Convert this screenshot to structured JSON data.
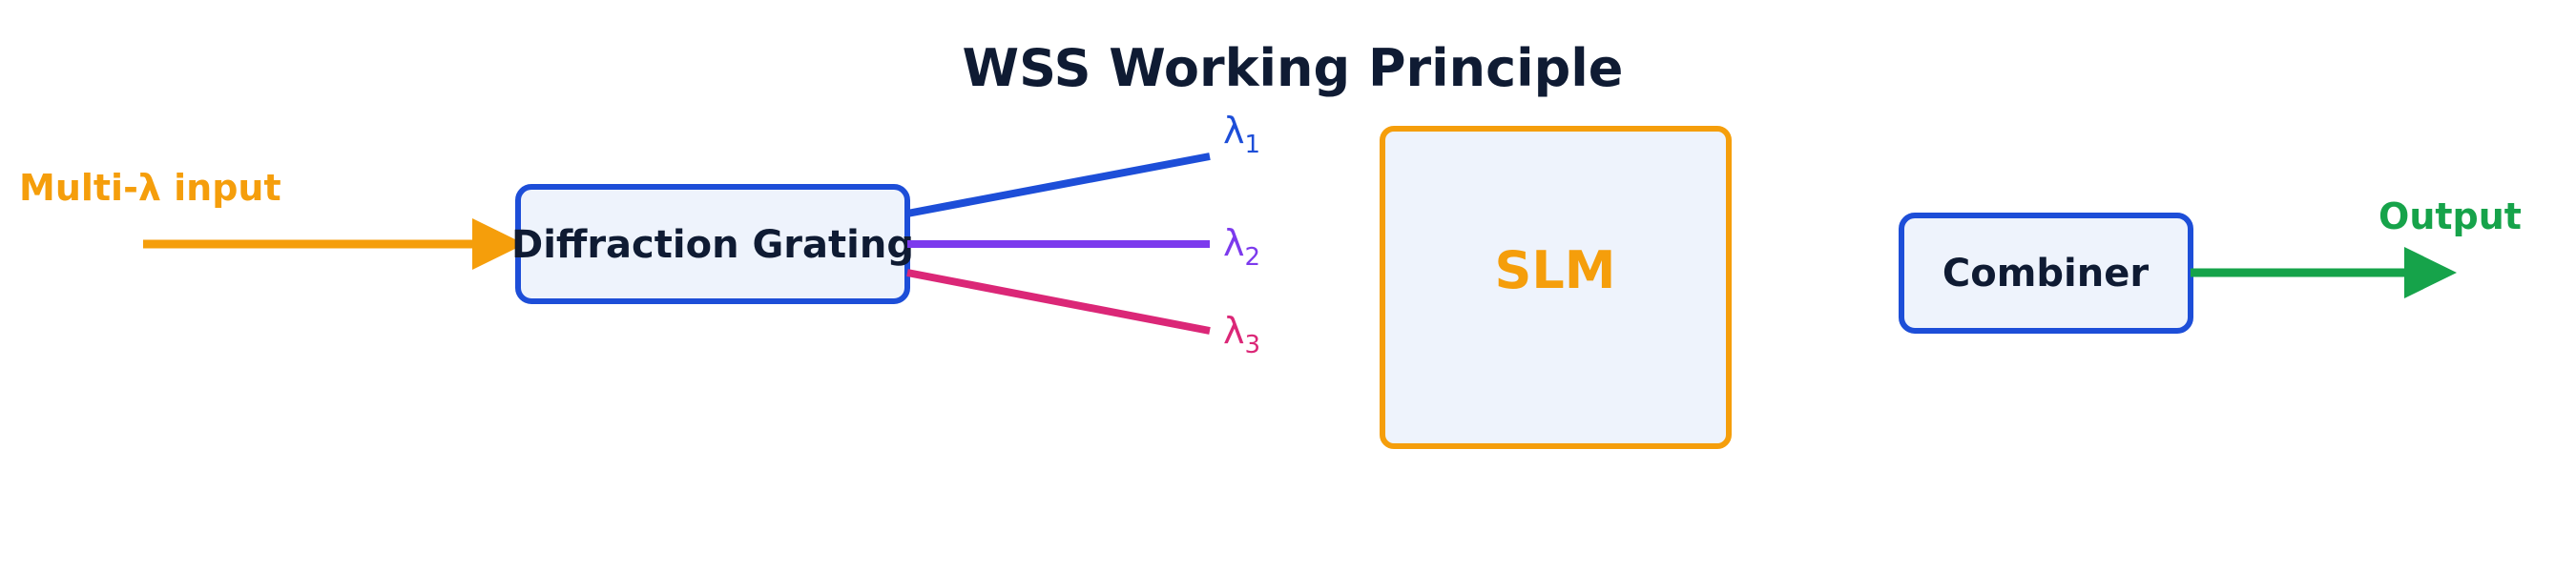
{
  "diagram": {
    "title": "WSS Working Principle",
    "input_label": "Multi-λ input",
    "grating_label": "Diffraction Grating",
    "slm_label": "SLM",
    "combiner_label": "Combiner",
    "output_label": "Output",
    "wavelengths": [
      {
        "symbol": "λ",
        "index": "1",
        "color": "#1d4ed8"
      },
      {
        "symbol": "λ",
        "index": "2",
        "color": "#7c3aed"
      },
      {
        "symbol": "λ",
        "index": "3",
        "color": "#db2777"
      }
    ]
  },
  "colors": {
    "input_arrow": "#f59e0b",
    "output_arrow": "#16a34a",
    "box_border_blue": "#1d4ed8",
    "box_border_orange": "#f59e0b",
    "box_fill": "#eef3fc",
    "text_dark": "#0f1b33"
  }
}
